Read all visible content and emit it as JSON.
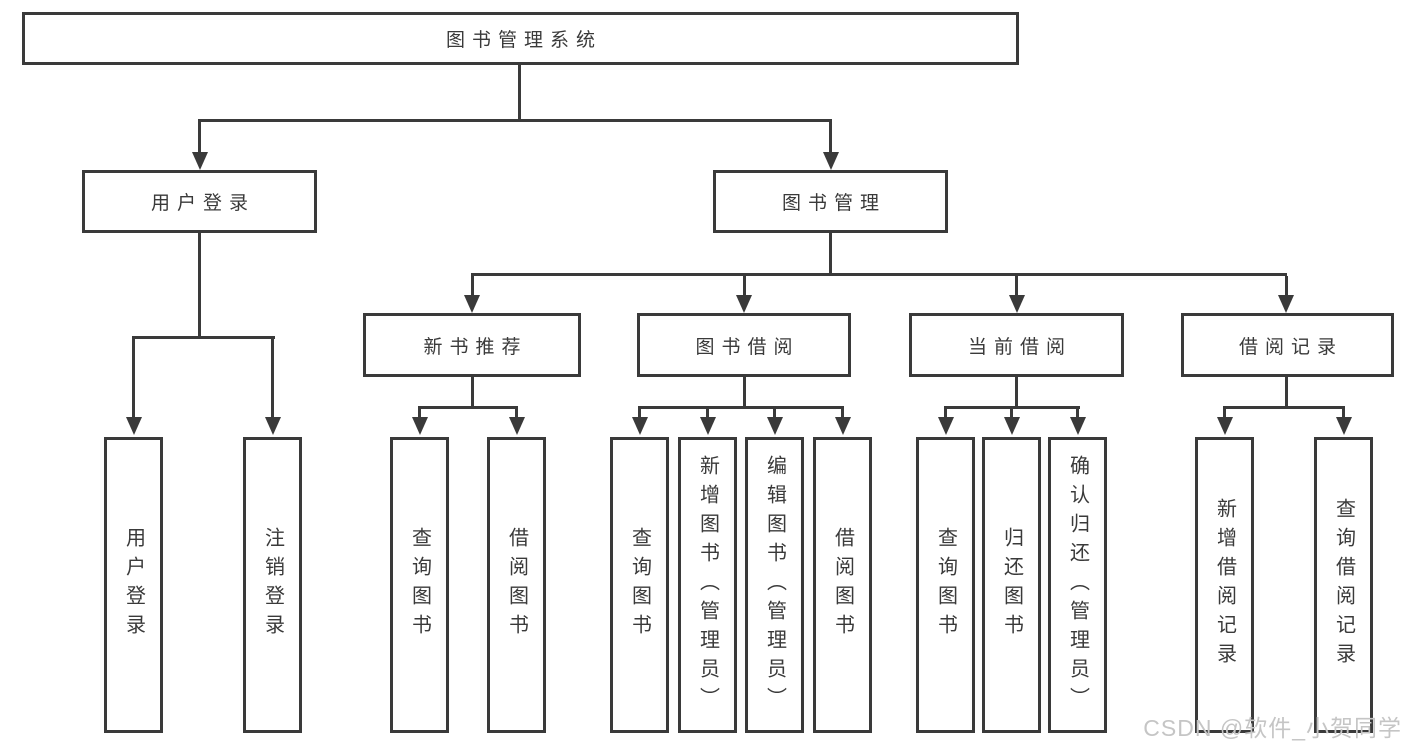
{
  "diagram": {
    "root": {
      "label": "图书管理系统"
    },
    "level1": [
      {
        "id": "user-login",
        "label": "用户登录"
      },
      {
        "id": "book-management",
        "label": "图书管理"
      }
    ],
    "level2": [
      {
        "id": "new-book-recommend",
        "label": "新书推荐"
      },
      {
        "id": "book-borrow",
        "label": "图书借阅"
      },
      {
        "id": "current-borrow",
        "label": "当前借阅"
      },
      {
        "id": "borrow-records",
        "label": "借阅记录"
      }
    ],
    "leaves": [
      {
        "parent": "用户登录",
        "label": "用户登录"
      },
      {
        "parent": "用户登录",
        "label": "注销登录"
      },
      {
        "parent": "新书推荐",
        "label": "查询图书"
      },
      {
        "parent": "新书推荐",
        "label": "借阅图书"
      },
      {
        "parent": "图书借阅",
        "label": "查询图书"
      },
      {
        "parent": "图书借阅",
        "label": "新增图书（管理员）"
      },
      {
        "parent": "图书借阅",
        "label": "编辑图书（管理员）"
      },
      {
        "parent": "图书借阅",
        "label": "借阅图书"
      },
      {
        "parent": "当前借阅",
        "label": "查询图书"
      },
      {
        "parent": "当前借阅",
        "label": "归还图书"
      },
      {
        "parent": "当前借阅",
        "label": "确认归还（管理员）"
      },
      {
        "parent": "借阅记录",
        "label": "新增借阅记录"
      },
      {
        "parent": "借阅记录",
        "label": "查询借阅记录"
      }
    ],
    "colors": {
      "line": "#3a3a3a",
      "text": "#3a3a3a",
      "background": "#ffffff",
      "watermark": "#c5c5c5"
    }
  },
  "watermark": {
    "text": "CSDN @软件_小贺同学"
  }
}
